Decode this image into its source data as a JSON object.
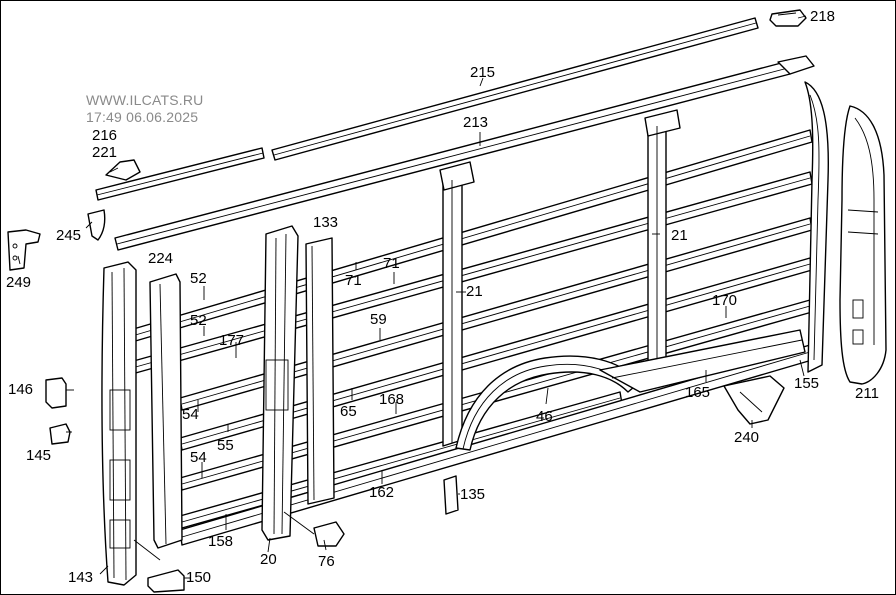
{
  "watermark": {
    "site": "WWW.ILCATS.RU",
    "timestamp": "17:49 06.06.2025"
  },
  "colors": {
    "line": "#000000",
    "background": "#ffffff",
    "watermark": "#8a8a8a"
  },
  "part_labels": [
    {
      "id": "p218",
      "text": "218"
    },
    {
      "id": "p215",
      "text": "215"
    },
    {
      "id": "p213",
      "text": "213"
    },
    {
      "id": "p216",
      "text": "216"
    },
    {
      "id": "p221",
      "text": "221"
    },
    {
      "id": "p245",
      "text": "245"
    },
    {
      "id": "p249",
      "text": "249"
    },
    {
      "id": "p224",
      "text": "224"
    },
    {
      "id": "p133",
      "text": "133"
    },
    {
      "id": "p52a",
      "text": "52"
    },
    {
      "id": "p52b",
      "text": "52"
    },
    {
      "id": "p177",
      "text": "177"
    },
    {
      "id": "p71a",
      "text": "71"
    },
    {
      "id": "p71b",
      "text": "71"
    },
    {
      "id": "p21a",
      "text": "21"
    },
    {
      "id": "p21b",
      "text": "21"
    },
    {
      "id": "p59",
      "text": "59"
    },
    {
      "id": "p170",
      "text": "170"
    },
    {
      "id": "p155",
      "text": "155"
    },
    {
      "id": "p211",
      "text": "211"
    },
    {
      "id": "p165",
      "text": "165"
    },
    {
      "id": "p146",
      "text": "146"
    },
    {
      "id": "p145",
      "text": "145"
    },
    {
      "id": "p54a",
      "text": "54"
    },
    {
      "id": "p55",
      "text": "55"
    },
    {
      "id": "p54b",
      "text": "54"
    },
    {
      "id": "p65",
      "text": "65"
    },
    {
      "id": "p168",
      "text": "168"
    },
    {
      "id": "p46",
      "text": "46"
    },
    {
      "id": "p240",
      "text": "240"
    },
    {
      "id": "p162",
      "text": "162"
    },
    {
      "id": "p135",
      "text": "135"
    },
    {
      "id": "p158",
      "text": "158"
    },
    {
      "id": "p20",
      "text": "20"
    },
    {
      "id": "p76",
      "text": "76"
    },
    {
      "id": "p143",
      "text": "143"
    },
    {
      "id": "p150",
      "text": "150"
    }
  ]
}
